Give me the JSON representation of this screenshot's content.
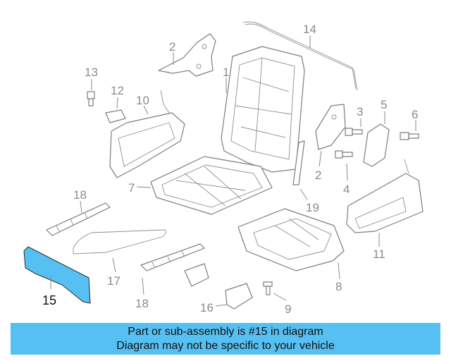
{
  "diagram": {
    "callouts": [
      {
        "id": "1",
        "label": "1"
      },
      {
        "id": "2a",
        "label": "2"
      },
      {
        "id": "2b",
        "label": "2"
      },
      {
        "id": "3",
        "label": "3"
      },
      {
        "id": "4",
        "label": "4"
      },
      {
        "id": "5",
        "label": "5"
      },
      {
        "id": "6",
        "label": "6"
      },
      {
        "id": "7",
        "label": "7"
      },
      {
        "id": "8",
        "label": "8"
      },
      {
        "id": "9",
        "label": "9"
      },
      {
        "id": "10",
        "label": "10"
      },
      {
        "id": "11",
        "label": "11"
      },
      {
        "id": "12",
        "label": "12"
      },
      {
        "id": "13",
        "label": "13"
      },
      {
        "id": "14",
        "label": "14"
      },
      {
        "id": "15",
        "label": "15"
      },
      {
        "id": "16",
        "label": "16"
      },
      {
        "id": "17",
        "label": "17"
      },
      {
        "id": "18a",
        "label": "18"
      },
      {
        "id": "18b",
        "label": "18"
      },
      {
        "id": "19",
        "label": "19"
      }
    ],
    "highlight_color": "#56c0f2",
    "highlighted_part": "15"
  },
  "caption": {
    "line1": "Part or sub-assembly is #15 in diagram",
    "line2": "Diagram may not be specific to your vehicle",
    "background": "#56c0f2"
  }
}
